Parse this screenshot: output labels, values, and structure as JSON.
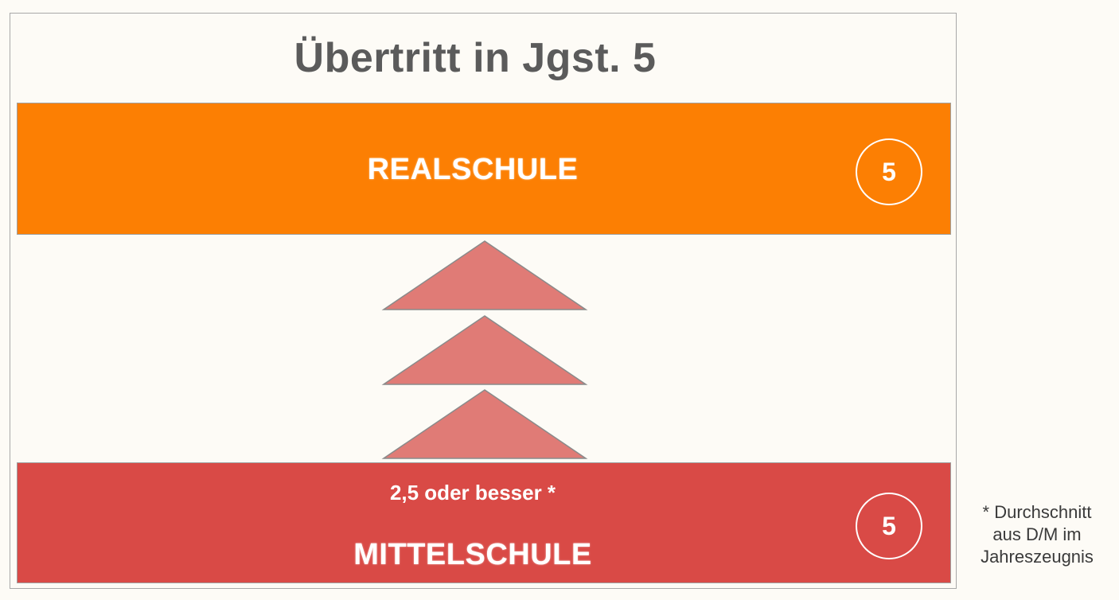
{
  "title": "Übertritt in Jgst. 5",
  "top_band": {
    "label": "REALSCHULE",
    "badge": "5",
    "color": "#fc7f03"
  },
  "bottom_band": {
    "sublabel": "2,5 oder besser *",
    "label": "MITTELSCHULE",
    "badge": "5",
    "color": "#d94a46"
  },
  "arrows": {
    "count": 3,
    "direction": "up",
    "color": "#e07b76"
  },
  "footnote": {
    "lines": [
      "* Durchschnitt",
      "aus D/M im",
      "Jahreszeugnis"
    ]
  }
}
